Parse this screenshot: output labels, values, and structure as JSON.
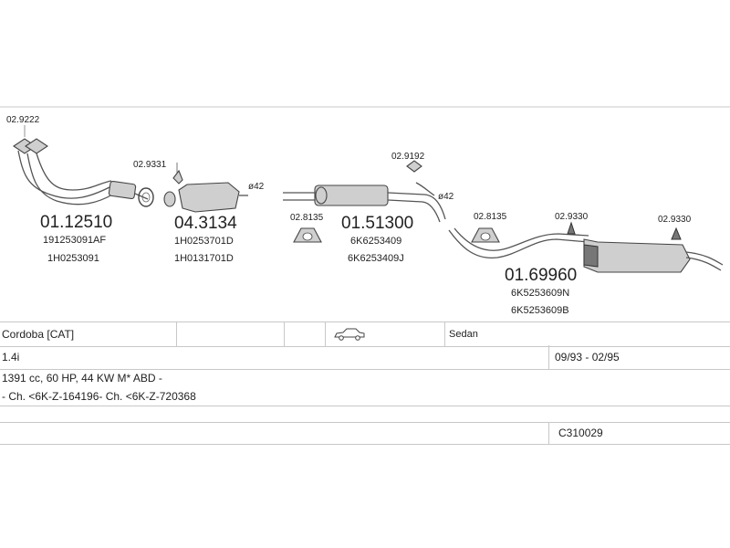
{
  "parts": {
    "p1": {
      "clamp": "02.9222",
      "number": "01.12510",
      "oe1": "191253091AF",
      "oe2": "1H0253091"
    },
    "p2": {
      "clamp": "02.9331"
    },
    "p3": {
      "number": "04.3134",
      "oe1": "1H0253701D",
      "oe2": "1H0131701D",
      "diameter": "ø42"
    },
    "p4": {
      "mount": "02.8135",
      "number": "01.51300",
      "oe1": "6K6253409",
      "oe2": "6K6253409J"
    },
    "p5": {
      "clamp": "02.9192",
      "diameter": "ø42"
    },
    "p6": {
      "mount": "02.8135",
      "hanger1": "02.9330",
      "hanger2": "02.9330",
      "number": "01.69960",
      "oe1": "6K5253609N",
      "oe2": "6K5253609B"
    }
  },
  "vehicle": {
    "model": "Cordoba  [CAT]",
    "car_icon": "sedan-car-icon",
    "body": "Sedan",
    "engine": "1.4i",
    "years": "09/93 - 02/95",
    "spec": "1391 cc, 60 HP, 44 KW M* ABD -",
    "chassis": "- Ch. <6K-Z-164196- Ch. <6K-Z-720368",
    "code": "C310029"
  }
}
